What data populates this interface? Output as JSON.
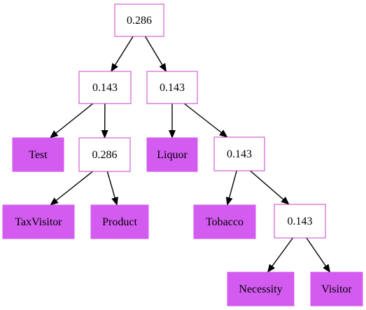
{
  "colors": {
    "border": "#c740c7",
    "leaf_fill": "#d35bf0",
    "inner_fill": "#ffffff",
    "edge": "#000000",
    "text": "#000000"
  },
  "nodes": [
    {
      "id": "root",
      "label": "0.286",
      "kind": "inner"
    },
    {
      "id": "n143a",
      "label": "0.143",
      "kind": "inner"
    },
    {
      "id": "n143b",
      "label": "0.143",
      "kind": "inner"
    },
    {
      "id": "test",
      "label": "Test",
      "kind": "leaf"
    },
    {
      "id": "n286",
      "label": "0.286",
      "kind": "inner"
    },
    {
      "id": "liquor",
      "label": "Liquor",
      "kind": "leaf"
    },
    {
      "id": "n143c",
      "label": "0.143",
      "kind": "inner"
    },
    {
      "id": "taxvisitor",
      "label": "TaxVisitor",
      "kind": "leaf"
    },
    {
      "id": "product",
      "label": "Product",
      "kind": "leaf"
    },
    {
      "id": "tobacco",
      "label": "Tobacco",
      "kind": "leaf"
    },
    {
      "id": "n143d",
      "label": "0.143",
      "kind": "inner"
    },
    {
      "id": "necessity",
      "label": "Necessity",
      "kind": "leaf"
    },
    {
      "id": "visitor",
      "label": "Visitor",
      "kind": "leaf"
    }
  ],
  "edges": [
    [
      "root",
      "n143a"
    ],
    [
      "root",
      "n143b"
    ],
    [
      "n143a",
      "test"
    ],
    [
      "n143a",
      "n286"
    ],
    [
      "n143b",
      "liquor"
    ],
    [
      "n143b",
      "n143c"
    ],
    [
      "n286",
      "taxvisitor"
    ],
    [
      "n286",
      "product"
    ],
    [
      "n143c",
      "tobacco"
    ],
    [
      "n143c",
      "n143d"
    ],
    [
      "n143d",
      "necessity"
    ],
    [
      "n143d",
      "visitor"
    ]
  ]
}
